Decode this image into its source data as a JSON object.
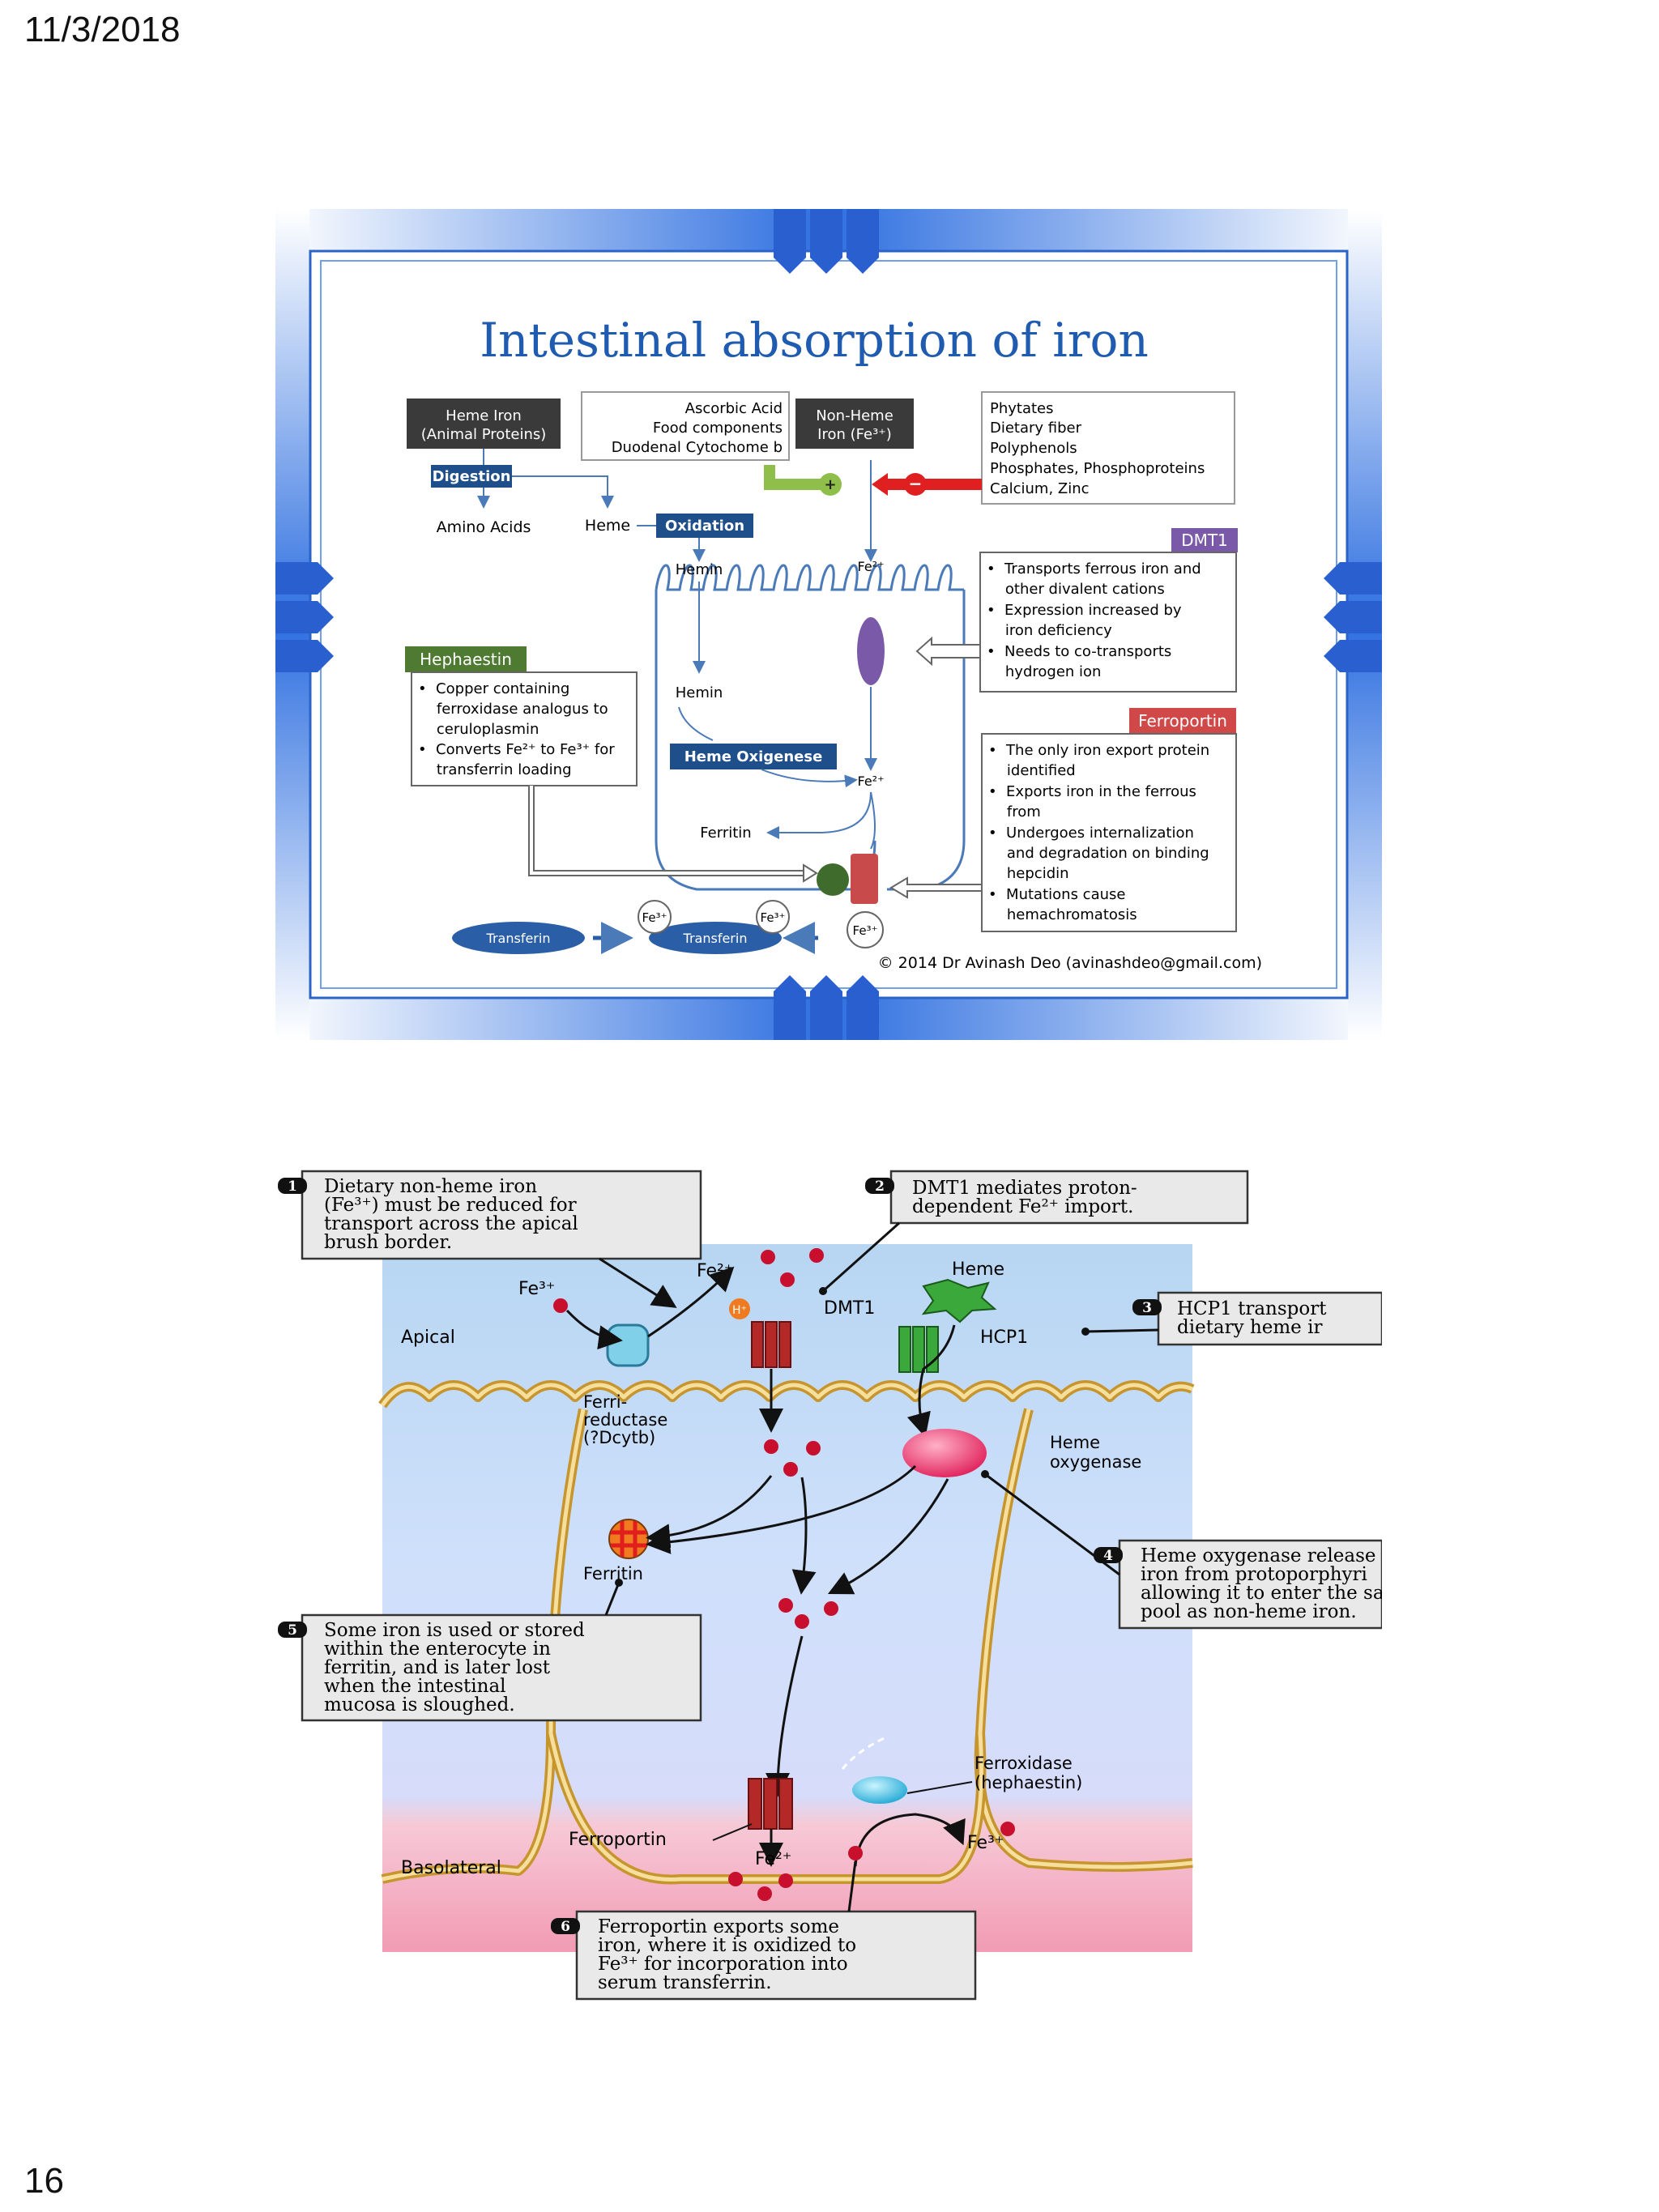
{
  "page": {
    "date": "11/3/2018",
    "page_number": "16"
  },
  "slide1": {
    "title": "Intestinal absorption of iron",
    "heme_iron_box": [
      "Heme Iron",
      "(Animal Proteins)"
    ],
    "enhancers_box": [
      "Ascorbic Acid",
      "Food components",
      "Duodenal Cytochome b"
    ],
    "nonheme_box": [
      "Non-Heme",
      "Iron (Fe³⁺)"
    ],
    "inhibitors_box": [
      "Phytates",
      "Dietary fiber",
      "Polyphenols",
      "Phosphates, Phosphoproteins",
      "Calcium, Zinc"
    ],
    "plus_sign": "+",
    "minus_sign": "−",
    "digestion": "Digestion",
    "amino_acids": "Amino Acids",
    "heme": "Heme",
    "oxidation": "Oxidation",
    "hemin_top": "Hemin",
    "fe2_top": "Fe²⁺",
    "hemin_mid": "Hemin",
    "heme_oxigenese": "Heme Oxigenese",
    "fe2_mid": "Fe²⁺",
    "ferritin": "Ferritin",
    "dmt1_label": "DMT1",
    "dmt1_box": [
      "•  Transports ferrous iron and",
      "    other divalent cations",
      "•  Expression increased by",
      "    iron deficiency",
      "•  Needs to co-transports",
      "    hydrogen ion"
    ],
    "hephaestin_label": "Hephaestin",
    "hephaestin_box": [
      "•  Copper containing",
      "    ferroxidase analogus to",
      "    ceruloplasmin",
      "•  Converts Fe²⁺ to Fe³⁺ for",
      "    transferrin loading"
    ],
    "ferroportin_label": "Ferroportin",
    "ferroportin_box": [
      "•  The only iron export protein",
      "    identified",
      "•  Exports iron in the ferrous",
      "    from",
      "•  Undergoes internalization",
      "    and degradation on binding",
      "    hepcidin",
      "•  Mutations cause",
      "    hemachromatosis"
    ],
    "transferrin_left": "Transferin",
    "transferrin_right": "Transferin",
    "fe3_a": "Fe³⁺",
    "fe3_b": "Fe³⁺",
    "fe3_c": "Fe³⁺",
    "copyright": "© 2014 Dr Avinash Deo (avinashdeo@gmail.com)"
  },
  "slide2": {
    "callout1": [
      "Dietary non-heme iron",
      "(Fe³⁺) must be reduced for",
      "transport across the apical",
      "brush border."
    ],
    "callout1_num": "1",
    "callout2": [
      "DMT1 mediates proton-",
      "dependent Fe²⁺ import."
    ],
    "callout2_num": "2",
    "callout3": [
      "HCP1 transport",
      "dietary heme ir"
    ],
    "callout3_num": "3",
    "callout4": [
      "Heme oxygenase release",
      "iron from protoporphyri",
      "allowing it to enter the sa",
      "pool as non-heme iron."
    ],
    "callout4_num": "4",
    "callout5": [
      "Some iron is used or stored",
      "within the enterocyte in",
      "ferritin, and is later lost",
      "when the intestinal",
      "mucosa is sloughed."
    ],
    "callout5_num": "5",
    "callout6": [
      "Ferroportin exports some",
      "iron, where it is oxidized to",
      "Fe³⁺ for incorporation into",
      "serum transferrin."
    ],
    "callout6_num": "6",
    "apical": "Apical",
    "basolateral": "Basolateral",
    "fe3_top": "Fe³⁺",
    "fe2_top": "Fe²⁺",
    "h_plus": "H⁺",
    "dmt1": "DMT1",
    "heme": "Heme",
    "hcp1": "HCP1",
    "ferrireductase": [
      "Ferri-",
      "reductase",
      "(?Dcytb)"
    ],
    "heme_oxygenase": [
      "Heme",
      "oxygenase"
    ],
    "ferritin": "Ferritin",
    "ferroxidase": [
      "Ferroxidase",
      "(hephaestin)"
    ],
    "ferroportin": "Ferroportin",
    "fe2_bottom": "Fe²⁺",
    "fe3_bottom": "Fe³⁺"
  }
}
